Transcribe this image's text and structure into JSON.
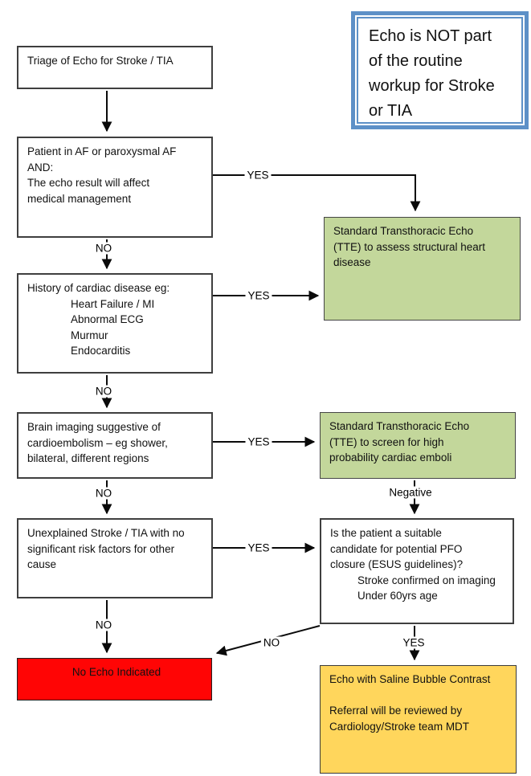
{
  "note": {
    "lines": [
      "Echo is NOT part",
      "of the routine",
      "workup for Stroke",
      "or TIA"
    ]
  },
  "nodes": {
    "triage": {
      "lines": [
        "Triage of Echo for Stroke / TIA"
      ]
    },
    "af": {
      "lines": [
        "Patient in AF or paroxysmal AF",
        "AND:",
        "The echo result will affect",
        "medical management"
      ]
    },
    "history": {
      "lines": [
        "History of cardiac disease eg:"
      ],
      "indented": [
        "Heart Failure / MI",
        "Abnormal ECG",
        "Murmur",
        "Endocarditis"
      ]
    },
    "brain": {
      "lines": [
        "Brain imaging suggestive of",
        "cardioembolism – eg shower,",
        "bilateral, different regions"
      ]
    },
    "unexplained": {
      "lines": [
        "Unexplained Stroke / TIA with no",
        "significant risk factors for other",
        "cause"
      ]
    },
    "tte_structural": {
      "lines": [
        "Standard Transthoracic Echo",
        "(TTE) to assess structural heart",
        "disease"
      ]
    },
    "tte_screen": {
      "lines": [
        "Standard Transthoracic Echo",
        "(TTE) to screen for high",
        "probability cardiac emboli"
      ]
    },
    "pfo": {
      "lines": [
        "Is the patient a suitable",
        "candidate for potential PFO",
        "closure (ESUS guidelines)?"
      ],
      "indented": [
        "Stroke confirmed on imaging",
        "Under 60yrs age"
      ]
    },
    "no_echo": {
      "lines": [
        "No Echo Indicated"
      ]
    },
    "bubble": {
      "lines": [
        "Echo with Saline Bubble Contrast",
        "",
        "Referral will be reviewed by",
        "Cardiology/Stroke team MDT"
      ]
    }
  },
  "labels": {
    "yes": "YES",
    "no": "NO",
    "negative": "Negative"
  },
  "colors": {
    "note_border_blue": "#5D90C7",
    "tte_green": "#C3D79B",
    "no_echo_red": "#FF0505",
    "bubble_yellow": "#FFD65C",
    "box_border": "#3f3f3f",
    "arrow_black": "#0a0a0a"
  }
}
